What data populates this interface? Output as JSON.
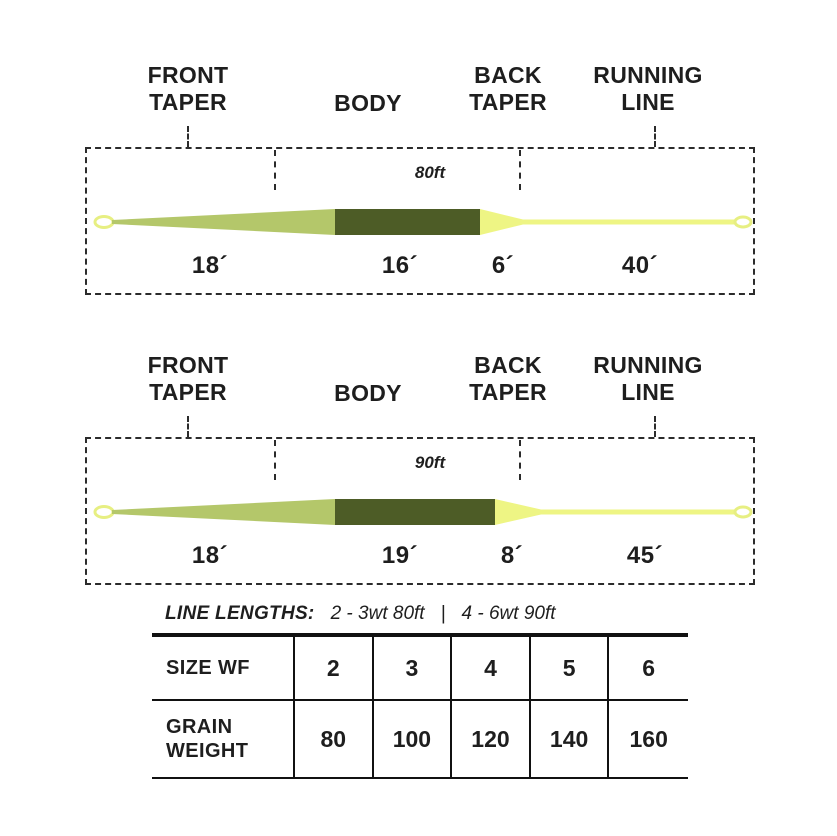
{
  "diagrams": [
    {
      "total_length": "80ft",
      "labels": [
        "FRONT TAPER",
        "BODY",
        "BACK TAPER",
        "RUNNING LINE"
      ],
      "lengths": [
        "18´",
        "16´",
        "6´",
        "40´"
      ]
    },
    {
      "total_length": "90ft",
      "labels": [
        "FRONT TAPER",
        "BODY",
        "BACK TAPER",
        "RUNNING LINE"
      ],
      "lengths": [
        "18´",
        "19´",
        "8´",
        "45´"
      ]
    }
  ],
  "footer": {
    "line_lengths_label": "LINE LENGTHS:",
    "spec_1": "2 - 3wt 80ft",
    "separator": "|",
    "spec_2": "4 - 6wt 90ft"
  },
  "table": {
    "rows": [
      {
        "header": "SIZE WF",
        "values": [
          "2",
          "3",
          "4",
          "5",
          "6"
        ]
      },
      {
        "header": "GRAIN WEIGHT",
        "values": [
          "80",
          "100",
          "120",
          "140",
          "160"
        ]
      }
    ]
  },
  "colors": {
    "front_taper": "#b4c76a",
    "body": "#4d5c26",
    "running_line": "#eef584",
    "loop": "#e7ef82"
  }
}
